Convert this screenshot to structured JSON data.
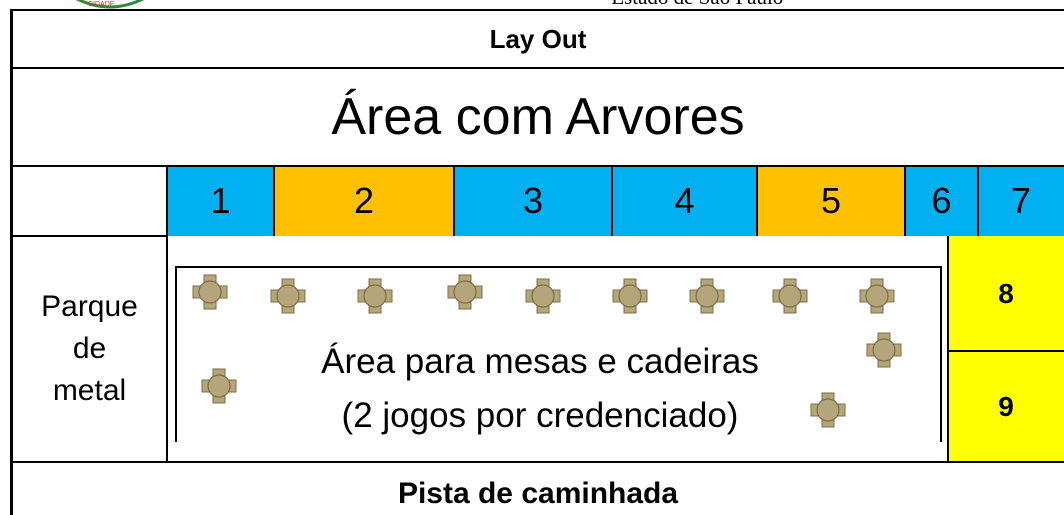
{
  "header": {
    "top_text": "--- Estado de São Paulo ---"
  },
  "layout": {
    "title": "Lay Out",
    "tree_area": "Área com Arvores",
    "stalls": [
      {
        "label": "1",
        "color": "#00b0f0"
      },
      {
        "label": "2",
        "color": "#ffc000"
      },
      {
        "label": "3",
        "color": "#00b0f0"
      },
      {
        "label": "4",
        "color": "#00b0f0"
      },
      {
        "label": "5",
        "color": "#ffc000"
      },
      {
        "label": "6",
        "color": "#00b0f0"
      },
      {
        "label": "7",
        "color": "#00b0f0"
      }
    ],
    "side_stalls": [
      {
        "label": "8",
        "color": "#ffff00"
      },
      {
        "label": "9",
        "color": "#ffff00"
      }
    ],
    "metal_park": [
      "Parque",
      "de",
      "metal"
    ],
    "tables_area": [
      "Área para mesas e cadeiras",
      "(2 jogos por credenciado)"
    ],
    "walking_track": "Pista de caminhada",
    "table_icon": "table-with-chairs-icon",
    "table_color": "#b5a57a"
  }
}
